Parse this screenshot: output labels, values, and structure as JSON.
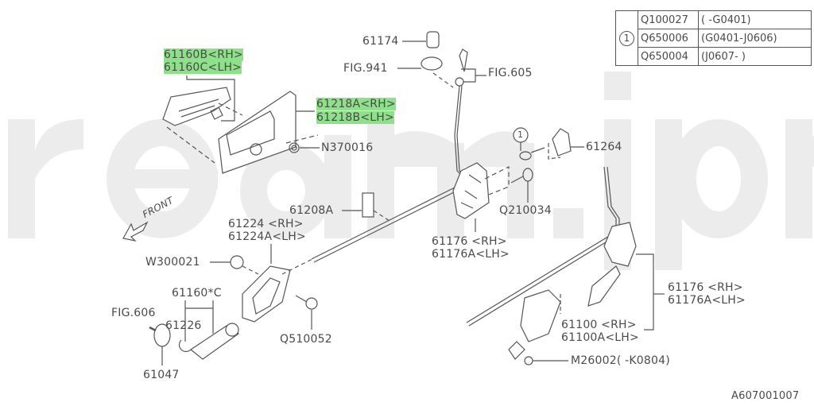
{
  "watermark": "ream.jpn",
  "spec_table": {
    "ref_symbol": "1",
    "rows": [
      {
        "part": "Q100027",
        "range": "( -G0401)"
      },
      {
        "part": "Q650006",
        "range": "(G0401-J0606)"
      },
      {
        "part": "Q650004",
        "range": "(J0607- )"
      }
    ]
  },
  "labels": {
    "handle_outer_rh": "61160B<RH>",
    "handle_outer_lh": "61160C<LH>",
    "trim_rh": "61218A<RH>",
    "trim_lh": "61218B<LH>",
    "nut": "N370016",
    "knob": "61174",
    "fig941": "FIG.941",
    "fig605": "FIG.605",
    "ref_circle": "1",
    "striker": "61264",
    "screw_q210034": "Q210034",
    "clip_61208a": "61208A",
    "inner_handle_rh": "61224 <RH>",
    "inner_handle_lh": "61224A<LH>",
    "w300021": "W300021",
    "front_arrow": "FRONT",
    "latch_rh": "61176 <RH>",
    "latch_lh": "61176A<LH>",
    "latch2_rh": "61176 <RH>",
    "latch2_lh": "61176A<LH>",
    "actuator_rh": "61100 <RH>",
    "actuator_lh": "61100A<LH>",
    "screw_m26002": "M26002( -K0804)",
    "window_handle": "61160*C",
    "fig606": "FIG.606",
    "clip_61226": "61226",
    "escutcheon": "61047",
    "screw_q510052": "Q510052",
    "diagram_id": "A607001007"
  },
  "highlight_color": "#8fe08a"
}
